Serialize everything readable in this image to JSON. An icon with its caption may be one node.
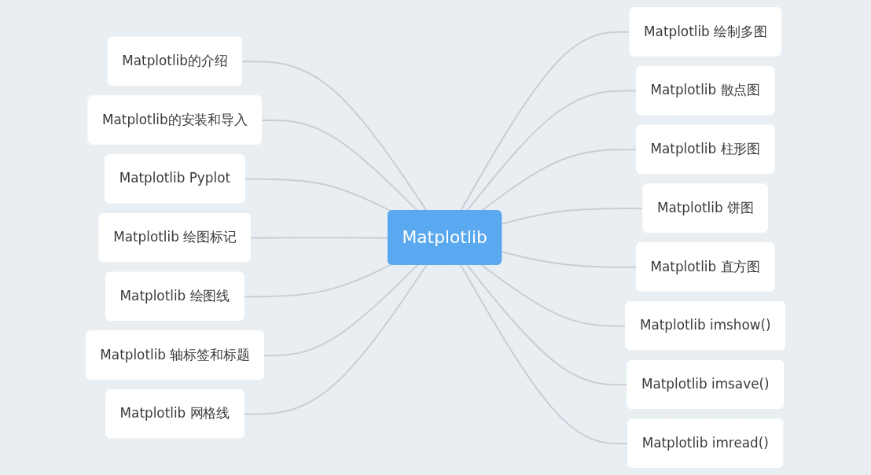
{
  "diagram": {
    "nodes": [
      {
        "text": [
          "Matplotlib"
        ]
      },
      {
        "text": [
          "Matplotlib的介绍"
        ]
      },
      {
        "text": [
          "Matplotlib的安装和导入"
        ]
      },
      {
        "text": [
          "Matplotlib Pyplot"
        ]
      },
      {
        "text": [
          "Matplotlib 绘图标记"
        ]
      },
      {
        "text": [
          "Matplotlib 绘图线"
        ]
      },
      {
        "text": [
          "Matplotlib 轴标签和标题"
        ]
      },
      {
        "text": [
          "Matplotlib 网格线"
        ]
      },
      {
        "text": [
          "Matplotlib 绘制多图"
        ]
      },
      {
        "text": [
          "Matplotlib 散点图"
        ]
      },
      {
        "text": [
          "Matplotlib 柱形图"
        ]
      },
      {
        "text": [
          "Matplotlib 饼图"
        ]
      },
      {
        "text": [
          "Matplotlib 直方图"
        ]
      },
      {
        "text": [
          "Matplotlib imshow()"
        ]
      },
      {
        "text": [
          "Matplotlib imsave()"
        ]
      },
      {
        "text": [
          "Matplotlib imread()"
        ]
      }
    ],
    "edges": [
      {
        "from": 1,
        "to": 0,
        "arrow": "none"
      },
      {
        "from": 2,
        "to": 0,
        "arrow": "none"
      },
      {
        "from": 3,
        "to": 0,
        "arrow": "none"
      },
      {
        "from": 4,
        "to": 0,
        "arrow": "none"
      },
      {
        "from": 5,
        "to": 0,
        "arrow": "none"
      },
      {
        "from": 6,
        "to": 0,
        "arrow": "none"
      },
      {
        "from": 7,
        "to": 0,
        "arrow": "none"
      },
      {
        "from": 0,
        "to": 8,
        "arrow": "none"
      },
      {
        "from": 0,
        "to": 9,
        "arrow": "none"
      },
      {
        "from": 0,
        "to": 10,
        "arrow": "none"
      },
      {
        "from": 0,
        "to": 11,
        "arrow": "none"
      },
      {
        "from": 0,
        "to": 12,
        "arrow": "none"
      },
      {
        "from": 0,
        "to": 13,
        "arrow": "none"
      },
      {
        "from": 0,
        "to": 14,
        "arrow": "none"
      },
      {
        "from": 0,
        "to": 15,
        "arrow": "none"
      }
    ]
  }
}
